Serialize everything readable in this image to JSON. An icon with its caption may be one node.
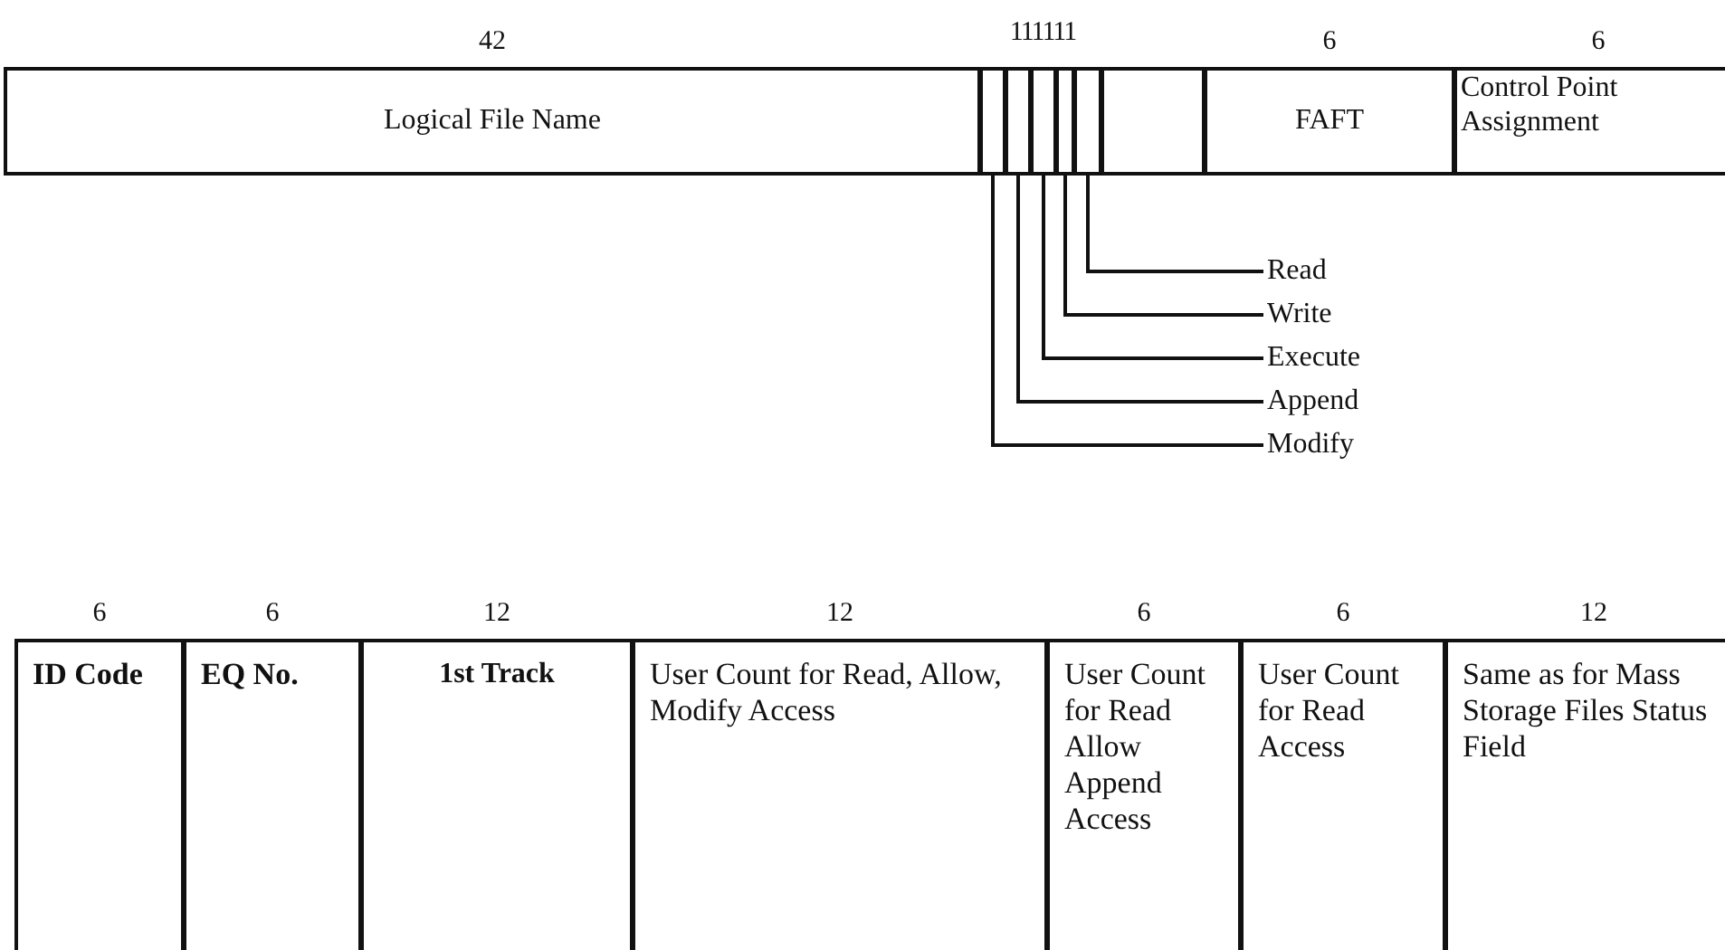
{
  "diagram": {
    "nodes": [
      {
        "text": [
          "Logical File Name"
        ],
        "beside": [
          "42"
        ]
      },
      {
        "text": [],
        "shape": "box"
      },
      {
        "text": [],
        "shape": "box"
      },
      {
        "text": [],
        "shape": "box"
      },
      {
        "text": [],
        "shape": "box"
      },
      {
        "text": [],
        "shape": "box"
      },
      {
        "text": [],
        "shape": "box"
      },
      {
        "text": [
          "FAFT"
        ],
        "beside": [
          "6"
        ]
      },
      {
        "text": [
          "Control Point Assignment"
        ],
        "beside": [
          "6"
        ]
      },
      {
        "text": [
          "Read"
        ]
      },
      {
        "text": [
          "Write"
        ]
      },
      {
        "text": [
          "Execute"
        ]
      },
      {
        "text": [
          "Append"
        ]
      },
      {
        "text": [
          "Modify"
        ]
      },
      {
        "text": [
          "ID Code"
        ],
        "beside": [
          "6"
        ]
      },
      {
        "text": [
          "EQ No."
        ],
        "beside": [
          "6"
        ]
      },
      {
        "text": [
          "1st Track"
        ],
        "beside": [
          "12"
        ]
      },
      {
        "text": [
          "User Count for Read, Allow, Modify Access"
        ],
        "beside": [
          "12"
        ]
      },
      {
        "text": [
          "User Count for Read Allow Append Access"
        ],
        "beside": [
          "6"
        ]
      },
      {
        "text": [
          "User Count for Read Access"
        ],
        "beside": [
          "6"
        ]
      },
      {
        "text": [
          "Same as for Mass Storage Files Status Field"
        ],
        "beside": [
          "12"
        ]
      }
    ],
    "edges": [
      {
        "from": 9,
        "to": 5,
        "arrow": "none"
      },
      {
        "from": 10,
        "to": 4,
        "arrow": "none"
      },
      {
        "from": 11,
        "to": 3,
        "arrow": "none"
      },
      {
        "from": 12,
        "to": 2,
        "arrow": "none"
      },
      {
        "from": 13,
        "to": 1,
        "arrow": "none"
      }
    ],
    "labels": [
      "111111"
    ]
  }
}
